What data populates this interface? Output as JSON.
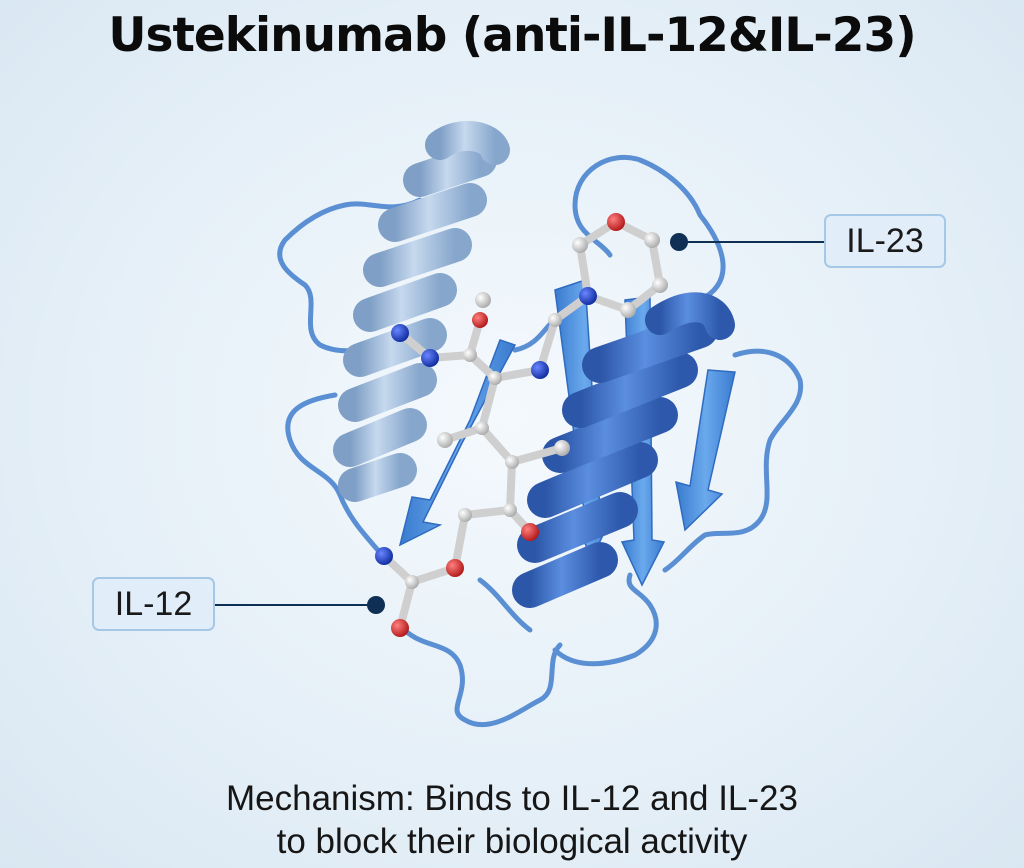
{
  "title": "Ustekinumab (anti-IL-12&IL-23)",
  "labels": {
    "il23": "IL-23",
    "il12": "IL-12"
  },
  "caption": {
    "line1": "Mechanism: Binds to IL-12 and IL-23",
    "line2": "to block their biological activity"
  },
  "colors": {
    "helix_light": "#a9c4e2",
    "helix_dark": "#3f72c6",
    "loop": "#5b8fd3",
    "sheet": "#4d90dc",
    "carbon": "#d9d9d9",
    "nitrogen": "#1d3fc4",
    "oxygen": "#d42a2a",
    "leader": "#0f2f55"
  }
}
